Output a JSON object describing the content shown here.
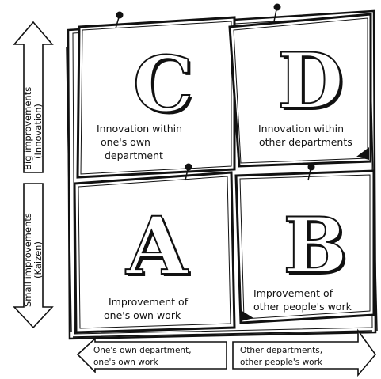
{
  "axis_vertical": {
    "top_line1": "Big improvements",
    "top_line2": "(Innovation)",
    "bottom_line1": "Small improvements",
    "bottom_line2": "(Kaizen)"
  },
  "axis_horizontal": {
    "left_line1": "One's own department,",
    "left_line2": "one's own work",
    "right_line1": "Other departments,",
    "right_line2": "other people's work"
  },
  "quadrants": {
    "C": {
      "letter": "C",
      "line1": "Innovation within",
      "line2": "one's own",
      "line3": "department"
    },
    "D": {
      "letter": "D",
      "line1": "Innovation within",
      "line2": "other departments"
    },
    "A": {
      "letter": "A",
      "line1": "Improvement of",
      "line2": "one's own work"
    },
    "B": {
      "letter": "B",
      "line1": "Improvement of",
      "line2": "other people's work"
    }
  }
}
